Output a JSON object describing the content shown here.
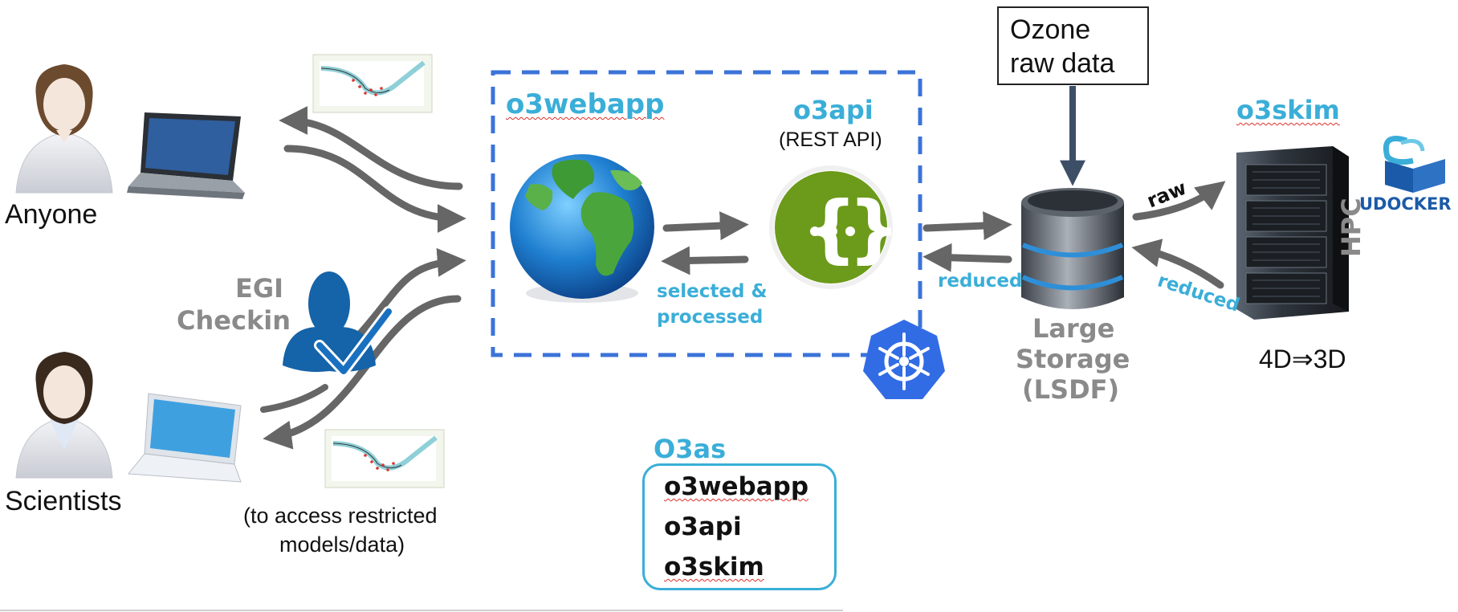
{
  "users": {
    "anyone_label": "Anyone",
    "scientists_label": "Scientists"
  },
  "auth": {
    "line1": "EGI",
    "line2": "Checkin",
    "note_line1": "(to access restricted",
    "note_line2": "models/data)"
  },
  "webapp": {
    "title": "o3webapp"
  },
  "api": {
    "title": "o3api",
    "subtitle": "(REST API)"
  },
  "flow": {
    "selected_line1": "selected &",
    "selected_line2": "processed",
    "reduced_left": "reduced",
    "raw": "raw",
    "reduced_right": "reduced"
  },
  "source": {
    "line1": "Ozone",
    "line2": "raw data"
  },
  "storage": {
    "line1": "Large",
    "line2": "Storage",
    "line3": "(LSDF)"
  },
  "skim": {
    "title": "o3skim",
    "hpc": "HPC",
    "conversion": "4D⇒3D",
    "udocker": "UDOCKER"
  },
  "summary": {
    "title": "O3as",
    "items": [
      "o3webapp",
      "o3api",
      "o3skim"
    ]
  },
  "colors": {
    "accent": "#3aaed8",
    "dashed_box": "#3b73d9",
    "arrow": "#666666",
    "api_green": "#6c9a1a",
    "k8s_blue": "#326ce5"
  }
}
